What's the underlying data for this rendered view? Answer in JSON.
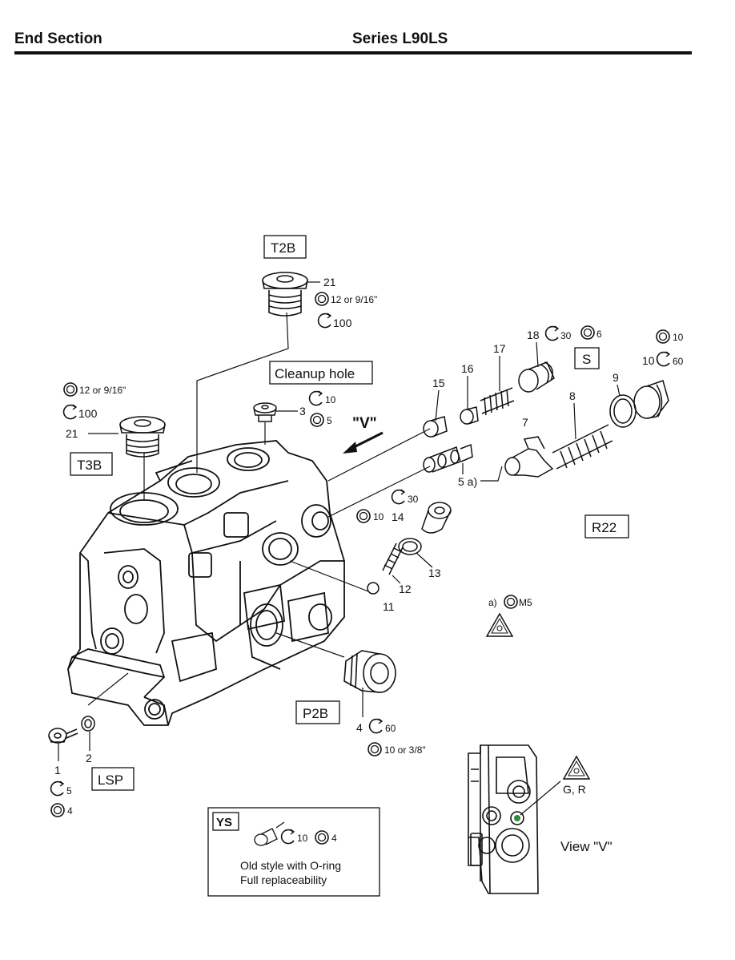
{
  "header": {
    "left_title": "End Section",
    "center_title": "Series L90LS"
  },
  "boxed_labels": {
    "t2b": "T2B",
    "t3b": "T3B",
    "cleanup": "Cleanup hole",
    "s": "S",
    "r22": "R22",
    "p2b": "P2B",
    "lsp": "LSP"
  },
  "view_marker": "\"V\"",
  "parts": {
    "p1": "1",
    "p2": "2",
    "p3": "3",
    "p4": "4",
    "p5a": "5 a)",
    "p7": "7",
    "p8": "8",
    "p9": "9",
    "p10": "10",
    "p11": "11",
    "p12": "12",
    "p13": "13",
    "p14": "14",
    "p15": "15",
    "p16": "16",
    "p17": "17",
    "p18": "18",
    "p21a": "21",
    "p21b": "21"
  },
  "torque": {
    "t2b_torque": "100",
    "t2b_size": "12 or 9/16\"",
    "t3b_size": "12 or 9/16\"",
    "t3b_torque": "100",
    "p3_torque": "10",
    "p3_size": "5",
    "p18_torque": "30",
    "p18_size": "6",
    "p10_size": "10",
    "p10_torque": "60",
    "p14_torque": "30",
    "p14_size": "10",
    "p4_torque": "60",
    "p4_size": "10 or 3/8\"",
    "p1_torque": "5",
    "p1_size": "4",
    "a_prefix": "a)",
    "a_size": "M5"
  },
  "ys_box": {
    "tag": "YS",
    "torque": "10",
    "size": "4",
    "line1": "Old style with O-ring",
    "line2": "Full replaceability"
  },
  "view_v": {
    "caption": "View \"V\"",
    "gr_label": "G, R"
  }
}
